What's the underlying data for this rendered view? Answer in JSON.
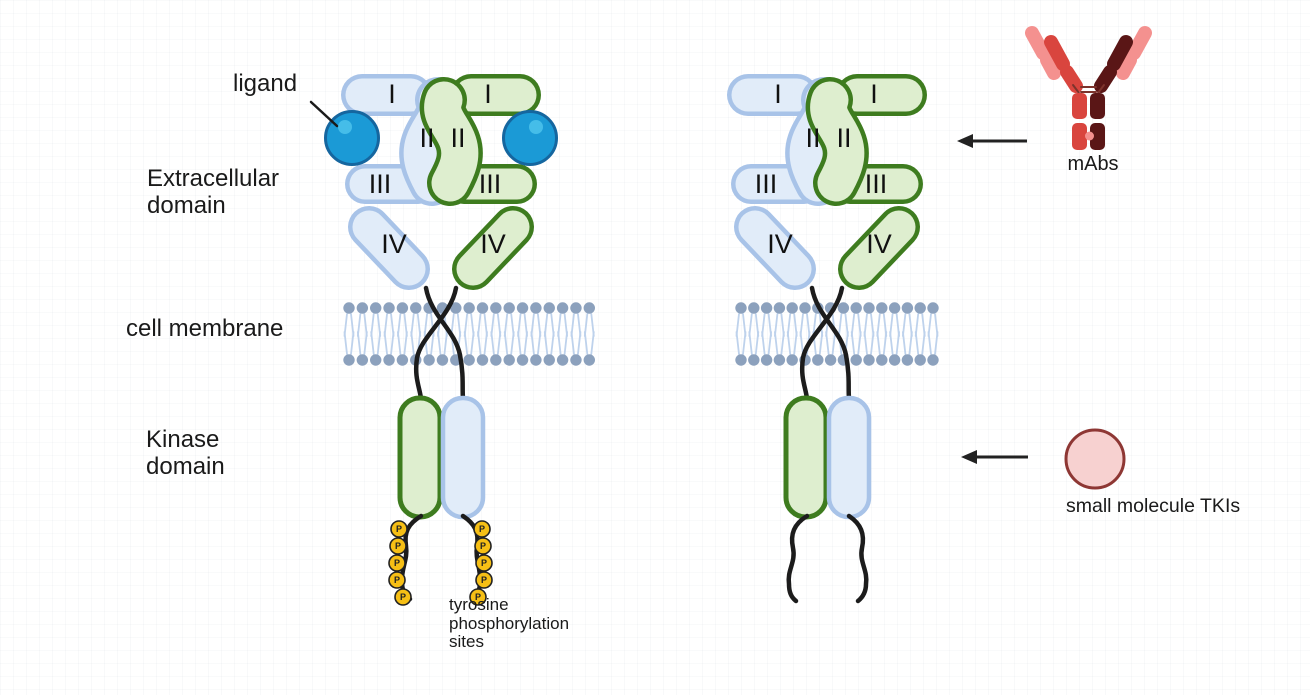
{
  "title": "receptor tyrosine kinase inhibition diagram",
  "labels": {
    "ligand": "ligand",
    "extracellular_line1": "Extracellular",
    "extracellular_line2": "domain",
    "cell_membrane": "cell membrane",
    "kinase_line1": "Kinase",
    "kinase_line2": "domain",
    "phospho_line1": "tyrosine",
    "phospho_line2": "phosphorylation",
    "phospho_line3": "sites",
    "mabs": "mAbs",
    "tki": "small molecule TKIs"
  },
  "domain_labels": {
    "d1": "I",
    "d2": "II",
    "d3": "III",
    "d4": "IV"
  },
  "phospho_marker": "P",
  "colors": {
    "text": "#1a1a1a",
    "blue_fill": "#e1ecf9",
    "blue_border": "#a8c3e8",
    "green_fill": "#deeecf",
    "green_border": "#3e7c1f",
    "membrane_head": "#8ca1bd",
    "membrane_tail": "#bed2ec",
    "ligand_fill": "#1b9ad6",
    "ligand_border": "#15669f",
    "ligand_highlight": "#45bde9",
    "phospho_fill": "#f6bf15",
    "tail_black": "#1c1c1c",
    "ab_red": "#d9453e",
    "ab_dark": "#5a1616",
    "ab_pink": "#f4918f",
    "ab_hinge": "#7d332c",
    "tki_fill": "#f7d1d0",
    "tki_border": "#8e3734",
    "arrow": "#222222"
  }
}
